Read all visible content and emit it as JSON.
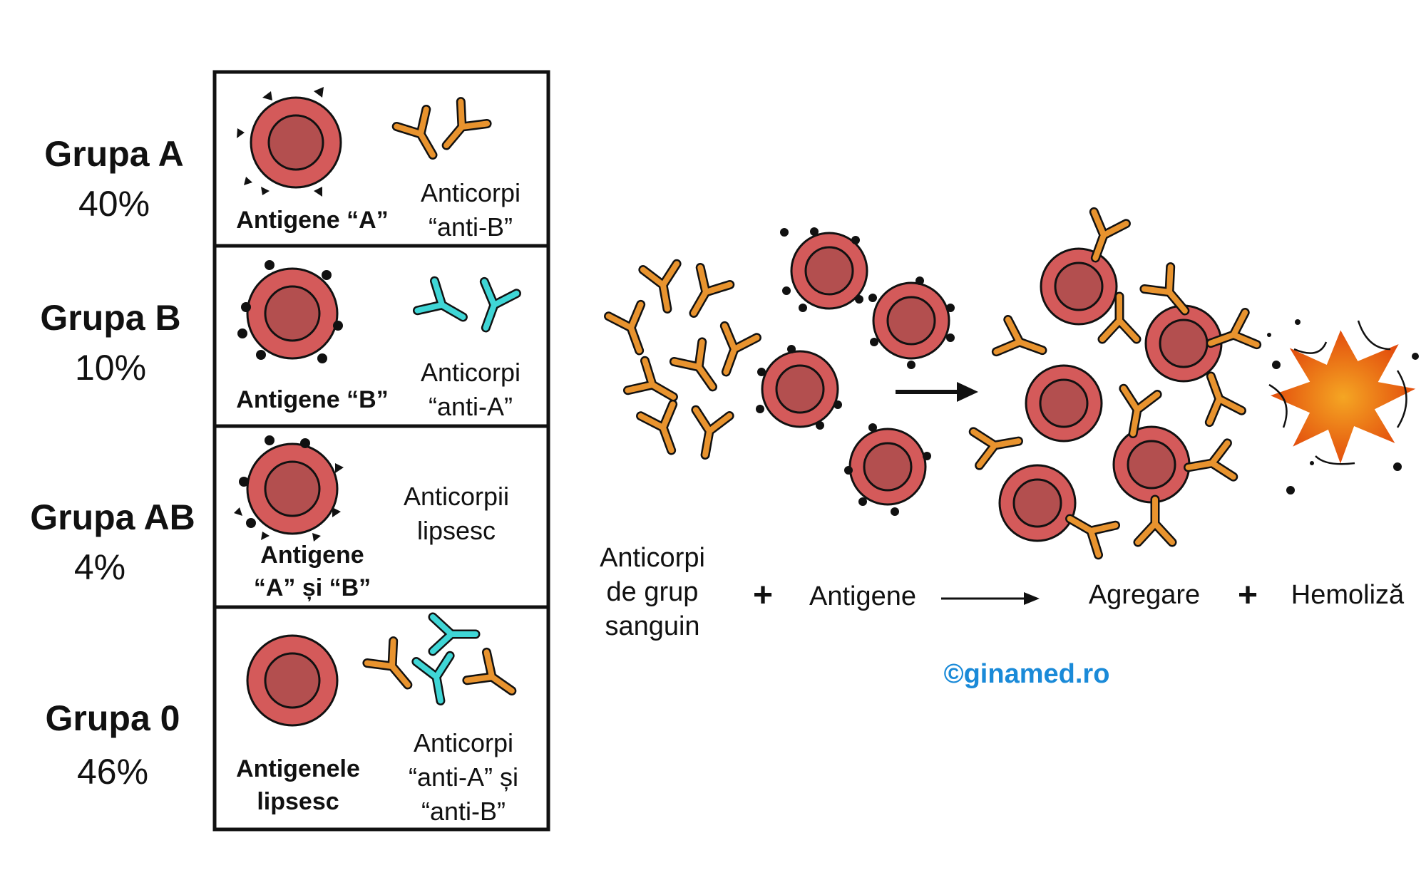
{
  "groups": [
    {
      "name": "Grupa A",
      "percent": "40%",
      "antigen": "Antigene “A”",
      "antibodies_l1": "Anticorpi",
      "antibodies_l2": "“anti-B”"
    },
    {
      "name": "Grupa B",
      "percent": "10%",
      "antigen": "Antigene “B”",
      "antibodies_l1": "Anticorpi",
      "antibodies_l2": "“anti-A”"
    },
    {
      "name": "Grupa AB",
      "percent": "4%",
      "antigen_l1": "Antigene",
      "antigen_l2": "“A” și “B”",
      "antibodies_l1": "Anticorpii",
      "antibodies_l2": "lipsesc"
    },
    {
      "name": "Grupa 0",
      "percent": "46%",
      "antigen_l1": "Antigenele",
      "antigen_l2": "lipsesc",
      "antibodies_l1": "Anticorpi",
      "antibodies_l2": "“anti-A” și",
      "antibodies_l3": "“anti-B”"
    }
  ],
  "process": {
    "antibodies_l1": "Anticorpi",
    "antibodies_l2": "de grup",
    "antibodies_l3": "sanguin",
    "plus": "+",
    "antigens": "Antigene",
    "aggregation": "Agregare",
    "hemolysis": "Hemoliză"
  },
  "credit": "©ginamed.ro",
  "colors": {
    "cell_outer": "#d45a5a",
    "cell_inner": "#b34f4f",
    "antibody_anti_b": "#e8932e",
    "antibody_anti_a": "#3fd6d6",
    "antigen": "#111111",
    "explosion": "#e8520f",
    "credit": "#1a8ad8"
  }
}
